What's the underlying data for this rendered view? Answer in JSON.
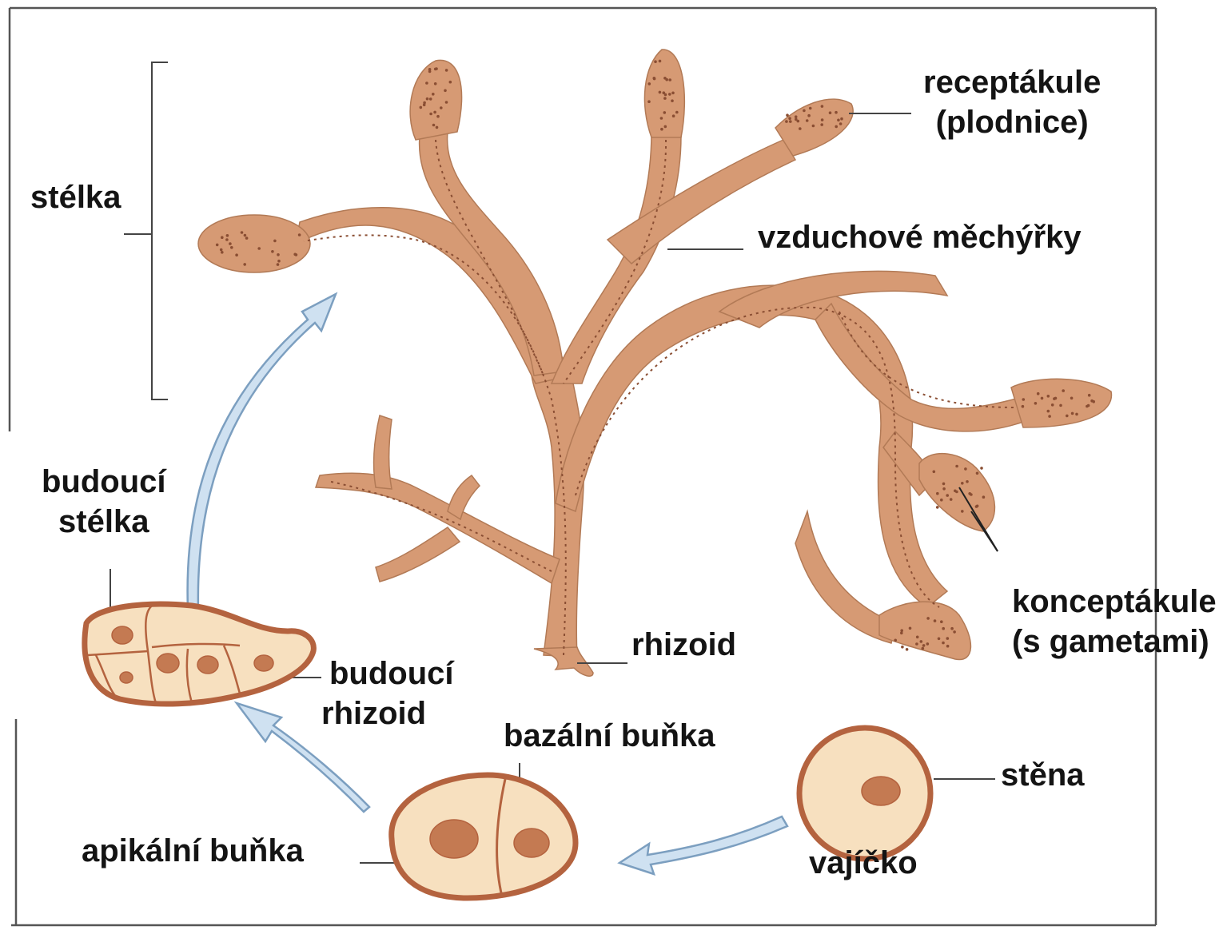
{
  "colors": {
    "thallus_fill": "#d69a74",
    "thallus_stroke": "#b27a56",
    "dots": "#8a4e33",
    "cell_fill": "#f7e0bf",
    "cell_wall": "#b4633f",
    "nucleus": "#c47a52",
    "arrow_fill": "#cfe1f1",
    "arrow_stroke": "#7c9fc0",
    "leader_line": "#444444",
    "text": "#141414",
    "frame": "#555555"
  },
  "labels": {
    "receptakule": [
      "receptákule",
      "(plodnice)"
    ],
    "stelka": "stélka",
    "vzduchove_mechyrky": "vzduchové měchýřky",
    "budouci_stelka": [
      "budoucí",
      "stélka"
    ],
    "konceptakule": [
      "konceptákule",
      "(s gametami)"
    ],
    "rhizoid": "rhizoid",
    "budouci_rhizoid": [
      "budoucí",
      "rhizoid"
    ],
    "bazalni_bunka": "bazální buňka",
    "stena": "stěna",
    "apikalni_bunka": "apikální buňka",
    "vajicko": "vajíčko"
  }
}
